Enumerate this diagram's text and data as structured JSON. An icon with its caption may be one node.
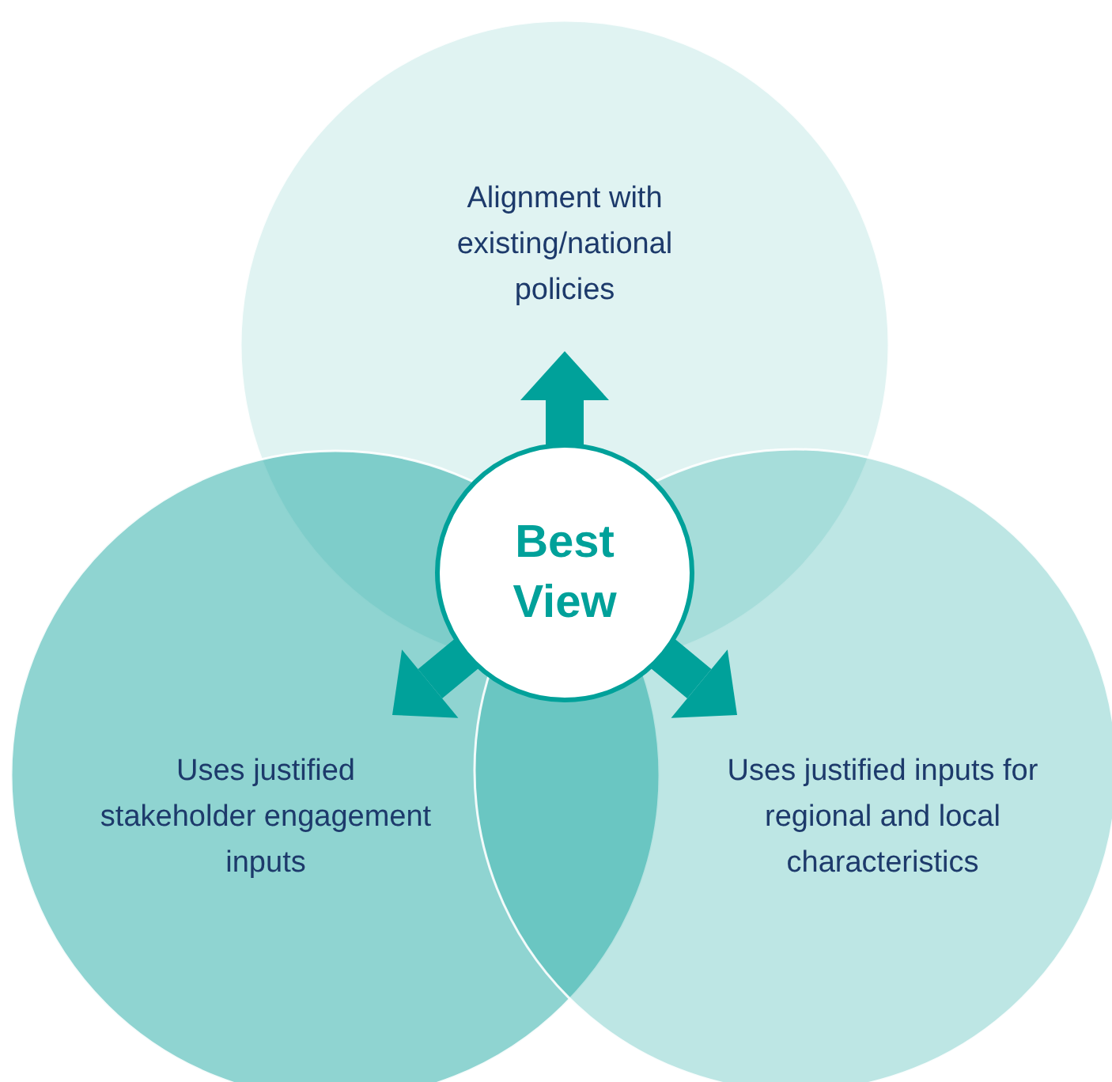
{
  "diagram": {
    "nodes": [
      {
        "text": [
          "Alignment with existing/national policies"
        ]
      },
      {
        "text": [
          "Best View"
        ]
      },
      {
        "text": [
          "Uses justified stakeholder engagement inputs"
        ]
      },
      {
        "text": [
          "Uses justified inputs for regional and local characteristics"
        ]
      }
    ],
    "edges": [
      {
        "from": 1,
        "to": 0,
        "arrow": "to"
      },
      {
        "from": 1,
        "to": 2,
        "arrow": "to"
      },
      {
        "from": 1,
        "to": 3,
        "arrow": "to"
      }
    ]
  }
}
